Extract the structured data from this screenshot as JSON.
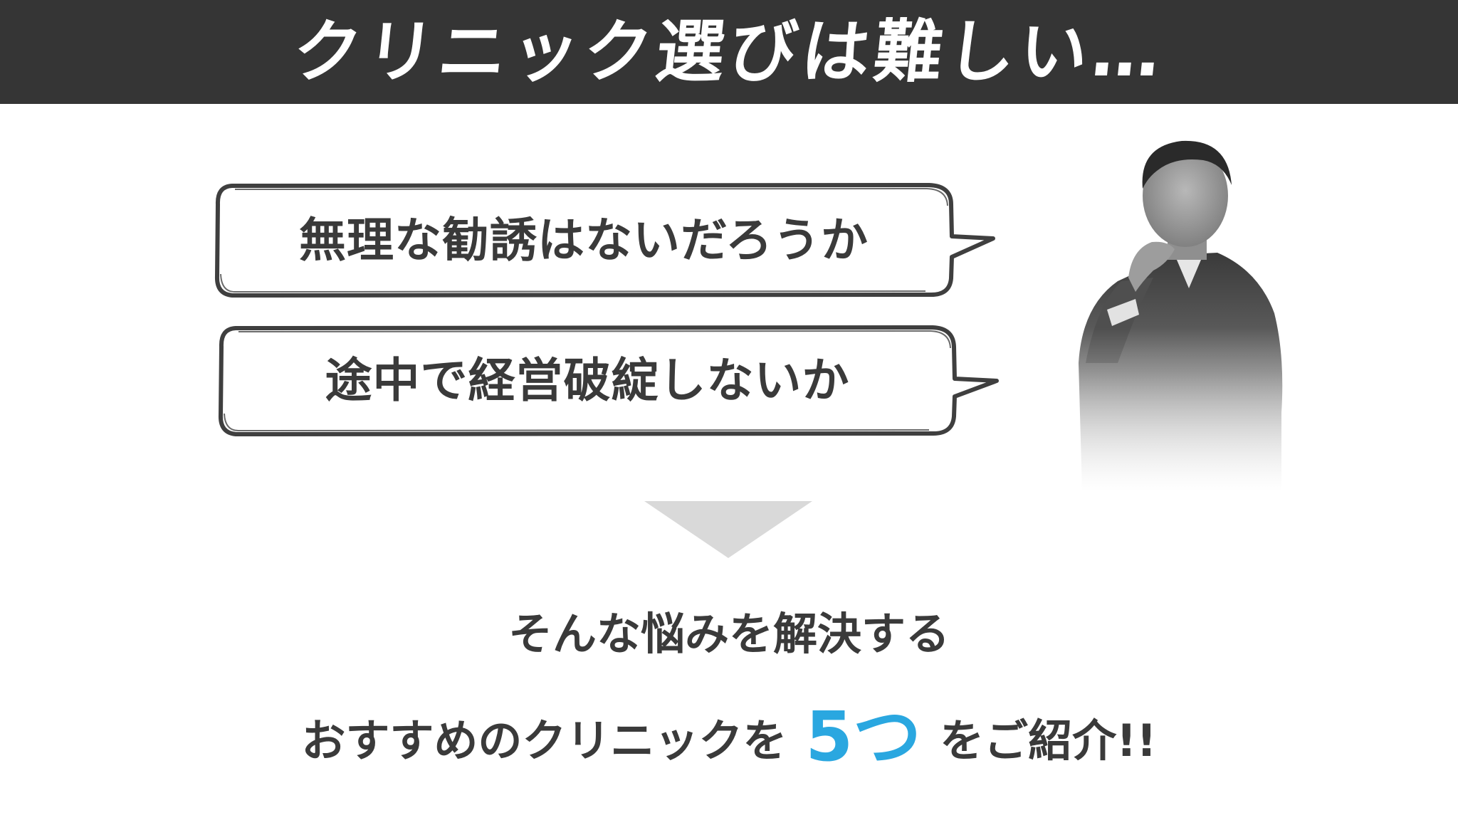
{
  "header": {
    "title": "クリニック選びは難しい…"
  },
  "bubbles": [
    {
      "text": "無理な勧誘はないだろうか"
    },
    {
      "text": "途中で経営破綻しないか"
    }
  ],
  "result": {
    "line1": "そんな悩みを解決する",
    "line2_prefix": "おすすめのクリニックを",
    "line2_highlight": "5つ",
    "line2_suffix": "をご紹介!!"
  },
  "colors": {
    "header_background": "#353535",
    "header_text": "#ffffff",
    "body_text": "#3a3a3a",
    "highlight": "#2aa7e0",
    "arrow": "#d9d9d9"
  },
  "icons": {
    "arrow": "down-triangle-icon",
    "person": "thinking-man-photo"
  }
}
